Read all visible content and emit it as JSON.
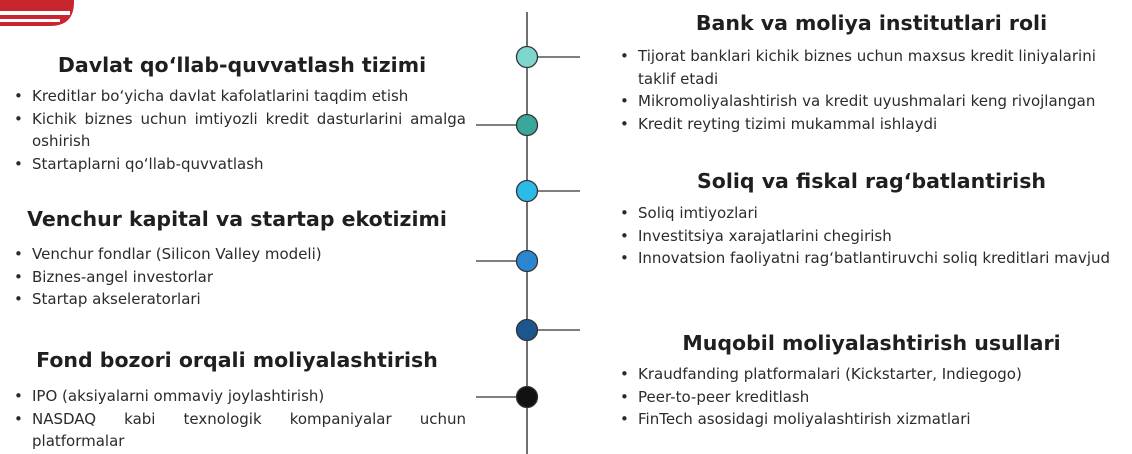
{
  "timeline": {
    "nodes": [
      {
        "name": "node-1",
        "color": "#7fd6cf"
      },
      {
        "name": "node-2",
        "color": "#3aa79a"
      },
      {
        "name": "node-3",
        "color": "#2bbbe8"
      },
      {
        "name": "node-4",
        "color": "#2a86d0"
      },
      {
        "name": "node-5",
        "color": "#1c568f"
      },
      {
        "name": "node-6",
        "color": "#111111"
      }
    ],
    "line_color": "#333333"
  },
  "left": {
    "davlat": {
      "title": "Davlat qo‘llab-quvvatlash tizimi",
      "items": [
        "Kreditlar bo‘yicha davlat kafolatlarini taqdim etish",
        "Kichik biznes uchun imtiyozli kredit dasturlarini amalga oshirish",
        "Startaplarni qo‘llab-quvvatlash"
      ]
    },
    "venchur": {
      "title": "Venchur kapital va startap ekotizimi",
      "items": [
        "Venchur fondlar (Silicon Valley modeli)",
        "Biznes-angel investorlar",
        "Startap akseleratorlari"
      ]
    },
    "fond": {
      "title": "Fond bozori orqali moliyalashtirish",
      "items": [
        "IPO (aksiyalarni ommaviy joylashtirish)",
        "NASDAQ kabi texnologik kompaniyalar uchun platformalar"
      ]
    }
  },
  "right": {
    "bank": {
      "title": "Bank va moliya institutlari roli",
      "items": [
        "Tijorat banklari kichik biznes uchun maxsus kredit liniyalarini taklif etadi",
        "Mikromoliyalashtirish va kredit uyushmalari keng rivojlangan",
        "Kredit reyting tizimi mukammal ishlaydi"
      ]
    },
    "soliq": {
      "title": "Soliq va fiskal rag‘batlantirish",
      "items": [
        "Soliq imtiyozlari",
        "Investitsiya xarajatlarini chegirish",
        "Innovatsion faoliyatni rag‘batlantiruvchi soliq kreditlari mavjud"
      ]
    },
    "muqobil": {
      "title": "Muqobil moliyalashtirish usullari",
      "items": [
        "Kraudfanding platformalari (Kickstarter, Indiegogo)",
        "Peer-to-peer kreditlash",
        "FinTech asosidagi moliyalashtirish xizmatlari"
      ]
    }
  }
}
